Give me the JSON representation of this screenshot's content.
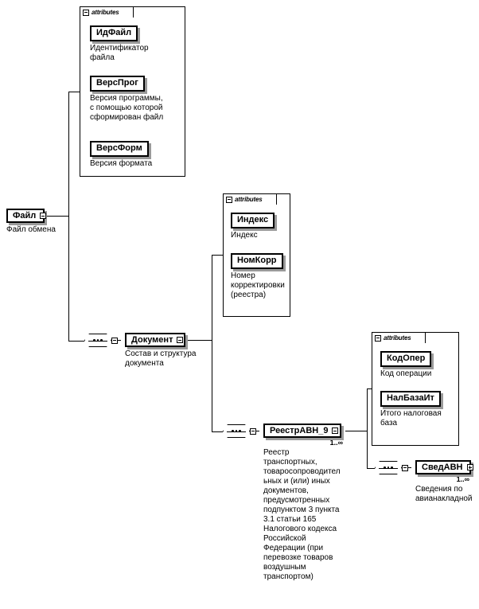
{
  "diagram": {
    "title": "XML Schema structure diagram",
    "toggle_collapse_icon": "minus-box-icon",
    "toggle_expand_icon": "plus-box-icon",
    "sequence_icon": "sequence-connector-icon",
    "attributes_tab_label": "attributes"
  },
  "root": {
    "name": "Файл",
    "description": "Файл обмена",
    "toggle": "minus"
  },
  "attributes_file": {
    "tab_label": "attributes",
    "items": [
      {
        "name": "ИдФайл",
        "description": "Идентификатор\nфайла"
      },
      {
        "name": "ВерсПрог",
        "description": "Версия программы,\nс помощью которой\nсформирован файл"
      },
      {
        "name": "ВерсФорм",
        "description": "Версия формата"
      }
    ]
  },
  "document": {
    "name": "Документ",
    "description": "Состав и структура\nдокумента",
    "toggle": "minus"
  },
  "attributes_document": {
    "tab_label": "attributes",
    "items": [
      {
        "name": "Индекс",
        "description": "Индекс"
      },
      {
        "name": "НомКорр",
        "description": "Номер\nкорректировки\n(реестра)"
      }
    ]
  },
  "registry": {
    "name": "РеестрАВН_9",
    "cardinality": "1..∞",
    "description": "Реестр\nтранспортных,\nтоваросопроводител\nьных и (или) иных\nдокументов,\nпредусмотренных\nподпунктом 3 пункта\n3.1 статьи 165\nНалогового кодекса\nРоссийской\nФедерации (при\nперевозке товаров\nвоздушным\nтранспортом)",
    "toggle": "minus"
  },
  "attributes_registry": {
    "tab_label": "attributes",
    "items": [
      {
        "name": "КодОпер",
        "description": "Код операции"
      },
      {
        "name": "НалБазаИт",
        "description": "Итого налоговая\nбаза"
      }
    ]
  },
  "awb": {
    "name": "СведАВН",
    "cardinality": "1..∞",
    "description": "Сведения по\nавианакладной",
    "toggle": "plus"
  },
  "colors": {
    "stroke": "#000000",
    "background": "#ffffff",
    "shadow": "#9a9a9a"
  }
}
